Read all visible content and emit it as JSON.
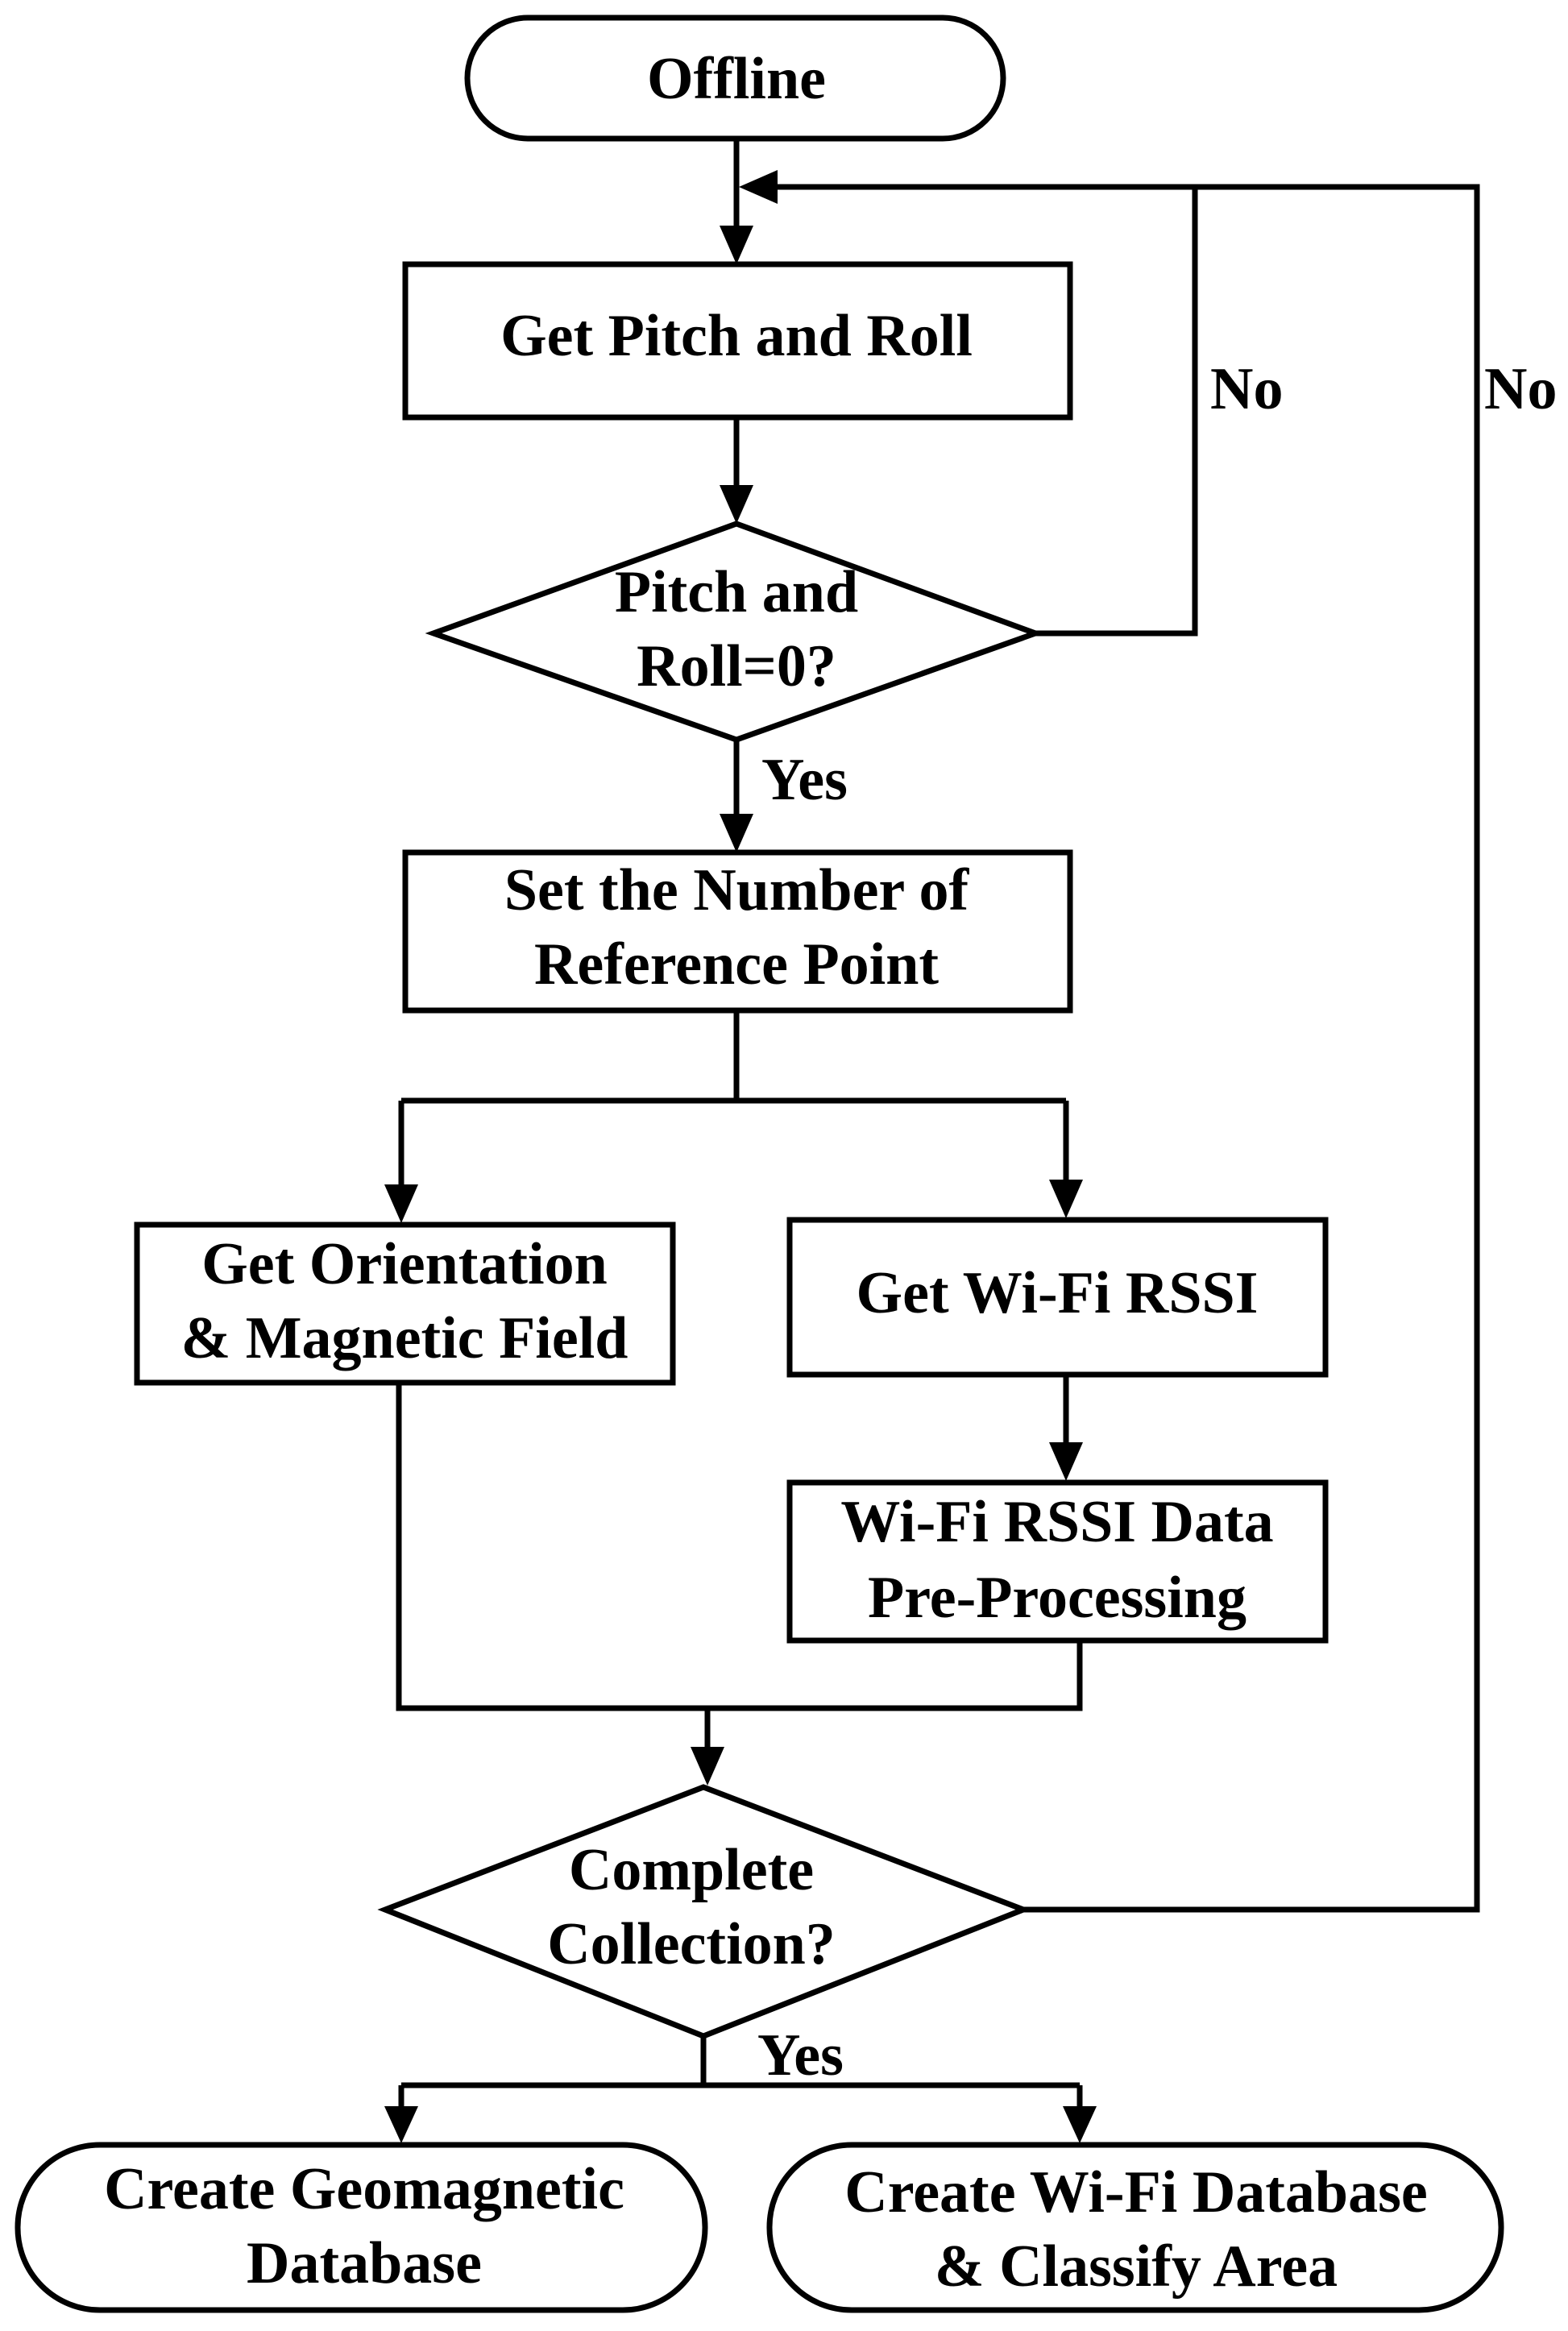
{
  "flowchart": {
    "start": "Offline",
    "get_pitch_roll": "Get Pitch and Roll",
    "pitch_roll_decision": [
      "Pitch and",
      "Roll=0?"
    ],
    "set_reference": [
      "Set the Number of",
      "Reference Point"
    ],
    "get_orientation": [
      "Get Orientation",
      "& Magnetic Field"
    ],
    "get_wifi_rssi": "Get Wi-Fi RSSI",
    "wifi_preprocessing": [
      "Wi-Fi RSSI Data",
      "Pre-Processing"
    ],
    "complete_decision": [
      "Complete",
      "Collection?"
    ],
    "create_geomagnetic": [
      "Create Geomagnetic",
      "Database"
    ],
    "create_wifi": [
      "Create Wi-Fi Database",
      "& Classify Area"
    ],
    "labels": {
      "no_1": "No",
      "no_2": "No",
      "yes_1": "Yes",
      "yes_2": "Yes"
    }
  },
  "colors": {
    "stroke": "#000000",
    "fill": "#ffffff",
    "text": "#000000"
  }
}
